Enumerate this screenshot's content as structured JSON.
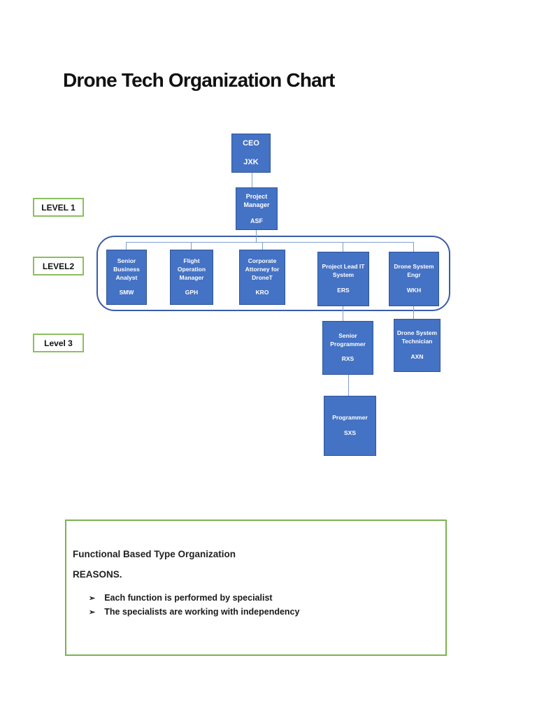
{
  "page": {
    "title": "Drone Tech Organization Chart"
  },
  "colors": {
    "box_fill": "#4472C4",
    "box_border": "#2F5597",
    "connector": "#7E9DD1",
    "container_border": "#3A5CA8",
    "label_border_green": "#8CBF5E",
    "notes_border_green": "#7CB350",
    "box_text": "#FFFFFF",
    "title_text": "#111111"
  },
  "levels": {
    "level1_label": "LEVEL 1",
    "level2_label": "LEVEL2",
    "level3_label": "Level 3"
  },
  "org": {
    "ceo": {
      "title": "CEO",
      "initials": "JXK"
    },
    "project_manager": {
      "title": "Project Manager",
      "initials": "ASF"
    },
    "level2": [
      {
        "title": "Senior Business Analyst",
        "initials": "SMW"
      },
      {
        "title": "Flight Operation Manager",
        "initials": "GPH"
      },
      {
        "title": "Corporate Attorney for DroneT",
        "initials": "KRO"
      },
      {
        "title": "Project Lead IT System",
        "initials": "ERS"
      },
      {
        "title": "Drone System Engr",
        "initials": "WKH"
      }
    ],
    "level3": [
      {
        "title": "Senior Programmer",
        "initials": "RXS"
      },
      {
        "title": "Drone System Technician",
        "initials": "AXN"
      }
    ],
    "level4": [
      {
        "title": "Programmer",
        "initials": "SXS"
      }
    ]
  },
  "notes": {
    "heading": "Functional Based Type Organization",
    "subheading": "REASONS.",
    "bullet_char": "➢",
    "bullets": [
      "Each function is performed by specialist",
      "The specialists are working with independency"
    ]
  }
}
